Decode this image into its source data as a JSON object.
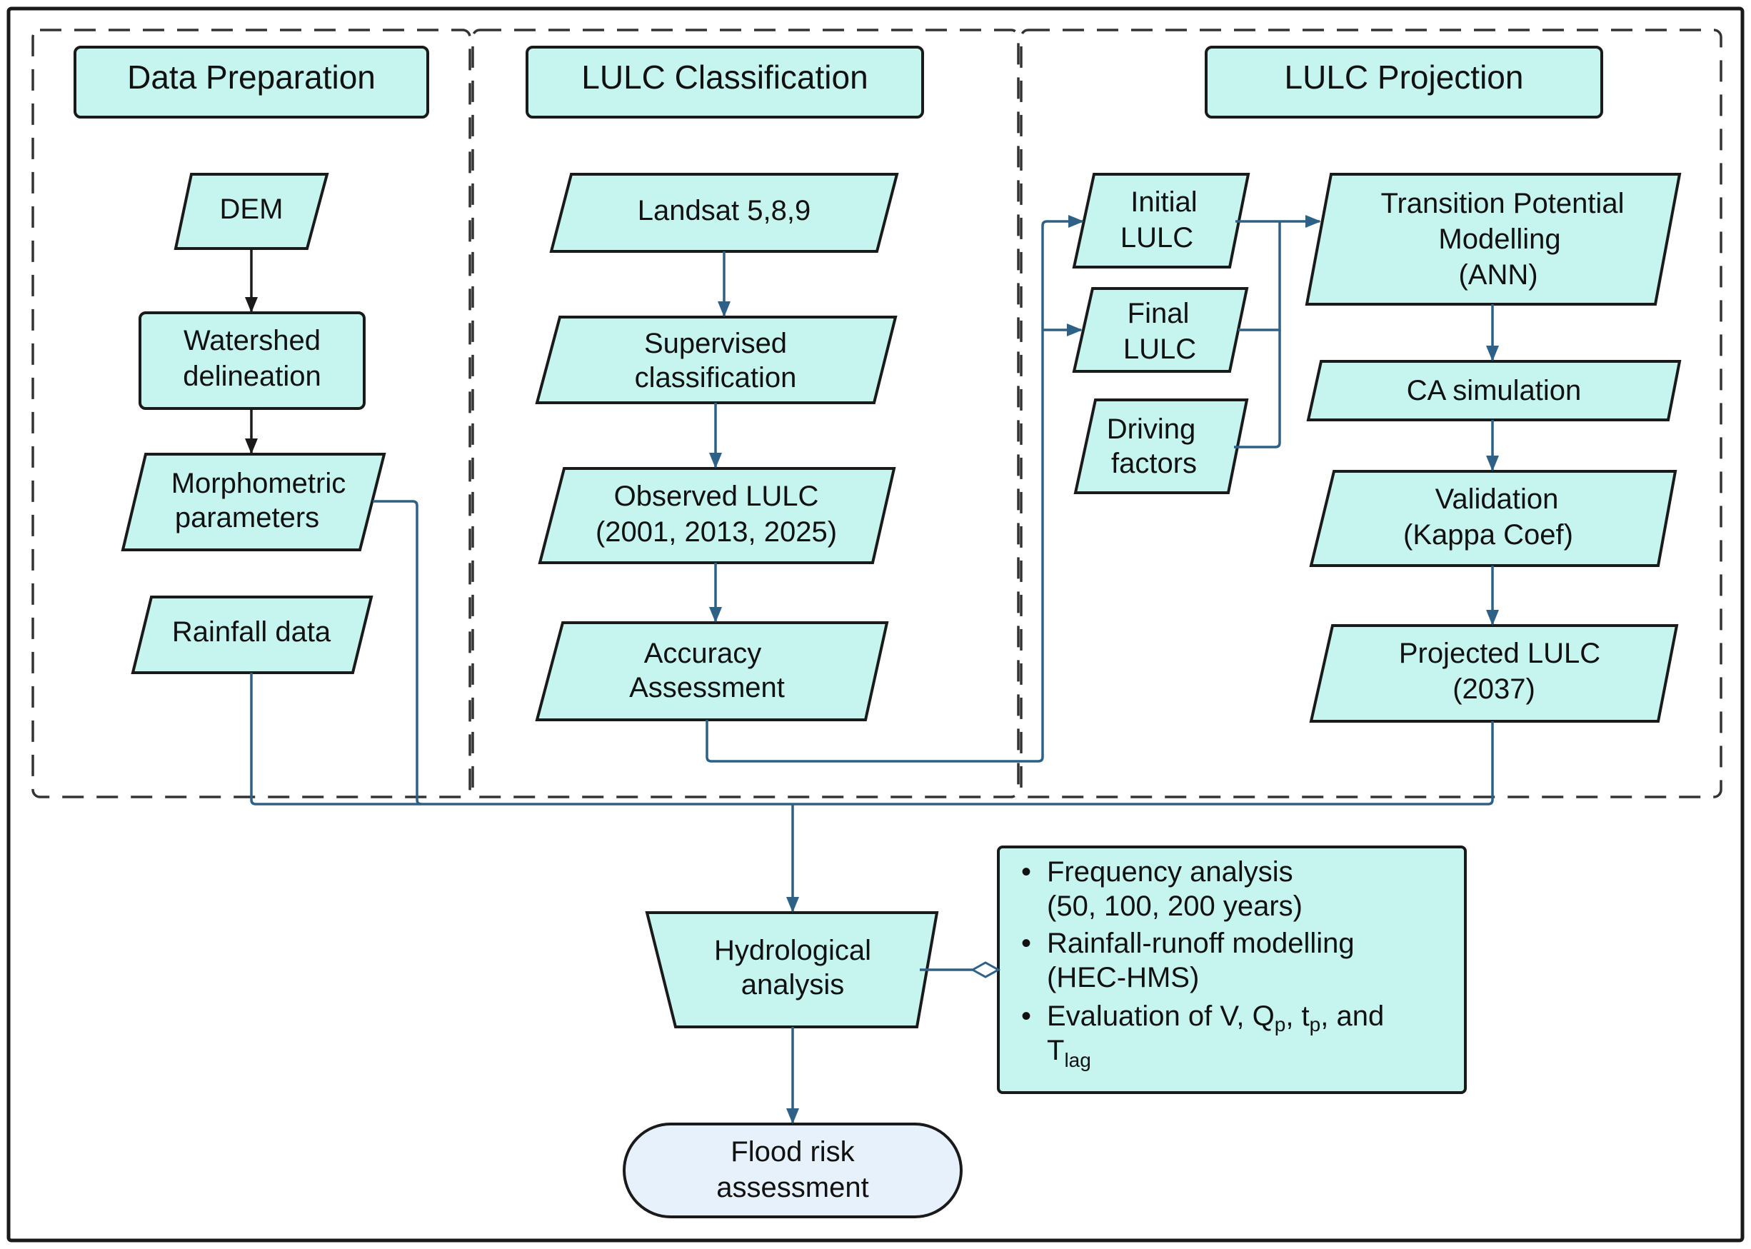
{
  "sections": {
    "data_preparation": "Data Preparation",
    "lulc_classification": "LULC Classification",
    "lulc_projection": "LULC Projection"
  },
  "data_preparation": {
    "dem": "DEM",
    "watershed": [
      "Watershed",
      "delineation"
    ],
    "morphometric": [
      "Morphometric",
      "parameters"
    ],
    "rainfall": "Rainfall data"
  },
  "lulc_classification": {
    "landsat": "Landsat 5,8,9",
    "supervised": [
      "Supervised",
      "classification"
    ],
    "observed": [
      "Observed LULC",
      "(2001, 2013, 2025)"
    ],
    "accuracy": [
      "Accuracy",
      "Assessment"
    ]
  },
  "lulc_projection": {
    "initial": [
      "Initial",
      "LULC"
    ],
    "final": [
      "Final",
      "LULC"
    ],
    "driving": [
      "Driving",
      "factors"
    ],
    "transition": [
      "Transition Potential",
      "Modelling",
      "(ANN)"
    ],
    "ca": "CA simulation",
    "validation": [
      "Validation",
      "(Kappa Coef)"
    ],
    "projected": [
      "Projected LULC",
      "(2037)"
    ]
  },
  "hydrological": [
    "Hydrological",
    "analysis"
  ],
  "notes": {
    "bullet": "•",
    "item1": [
      "Frequency analysis",
      "(50, 100, 200 years)"
    ],
    "item2": [
      "Rainfall-runoff modelling",
      "(HEC-HMS)"
    ],
    "item3_line1": "Evaluation of V, Q",
    "item3_sub_qp": "p",
    "item3_sep1": ", t",
    "item3_sub_tp": "p",
    "item3_sep2": ", and",
    "item3_line2": "T",
    "item3_sub_lag": "lag"
  },
  "flood": [
    "Flood risk",
    "assessment"
  ],
  "colors": {
    "node_fill": "#c6f5f0",
    "terminal_fill": "#e6f1fc",
    "arrow_blue": "#2e6188",
    "arrow_dark": "#1a1a1a"
  }
}
